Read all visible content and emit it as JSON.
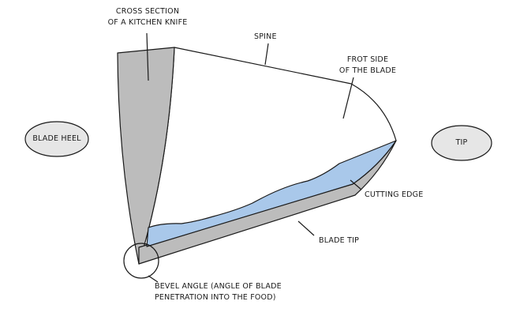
{
  "labels": {
    "cross_section": [
      "CROSS SECTION",
      "OF A KITCHEN KNIFE"
    ],
    "spine": "SPINE",
    "front_side": [
      "FROT SIDE",
      "OF THE BLADE"
    ],
    "blade_heel": "BLADE HEEL",
    "tip": "TIP",
    "cutting_edge": "CUTTING EDGE",
    "blade_tip": "BLADE TIP",
    "bevel_angle": [
      "BEVEL ANGLE (ANGLE OF BLADE",
      "PENETRATION INTO THE FOOD)"
    ]
  },
  "colors": {
    "cross_section_fill": "#bcbcbc",
    "edge_fill": "#a9c8ea",
    "outline": "#1a1a1a",
    "oval_fill": "#e6e6e6"
  }
}
